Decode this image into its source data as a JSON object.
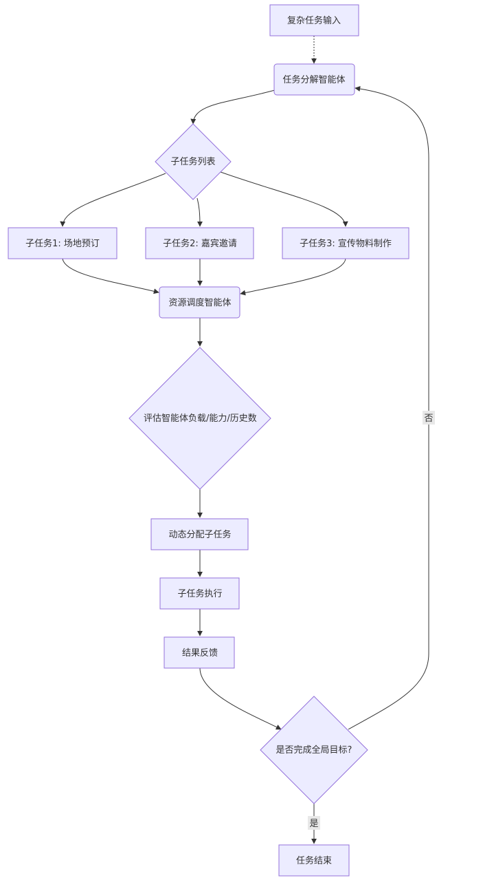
{
  "diagram": {
    "nodes": {
      "input": "复杂任务输入",
      "decompose": "任务分解智能体",
      "subtask_list": "子任务列表",
      "subtask1": "子任务1: 场地预订",
      "subtask2": "子任务2: 嘉宾邀请",
      "subtask3": "子任务3: 宣传物料制作",
      "scheduler": "资源调度智能体",
      "evaluate": "评估智能体负载/能力/历史数",
      "assign": "动态分配子任务",
      "execute": "子任务执行",
      "feedback": "结果反馈",
      "goal_check": "是否完成全局目标?",
      "end": "任务结束"
    },
    "edge_labels": {
      "no": "否",
      "yes": "是"
    }
  }
}
